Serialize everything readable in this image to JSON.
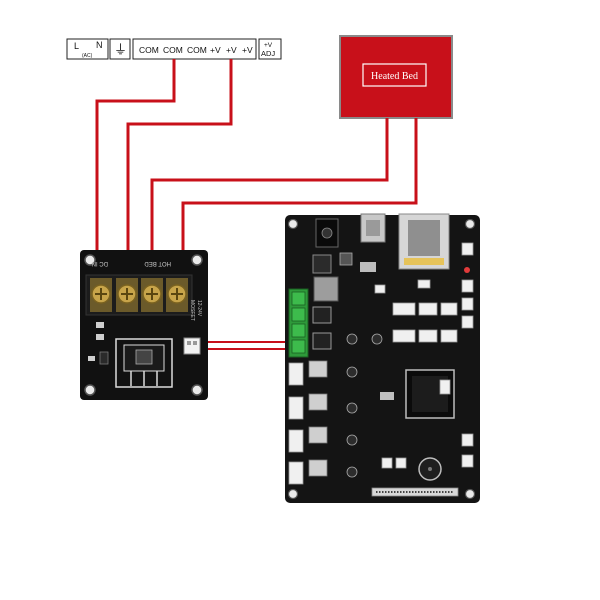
{
  "psu": {
    "terminals": [
      {
        "main": "L",
        "sub": "N",
        "tiny": "(AC)"
      },
      {
        "main": "⏚"
      },
      {
        "main": "COM"
      },
      {
        "main": "COM"
      },
      {
        "main": "COM"
      },
      {
        "main": "+V"
      },
      {
        "main": "+V"
      },
      {
        "main": "+V"
      },
      {
        "main": "ADJ",
        "sub": "+V"
      }
    ]
  },
  "heated_bed": {
    "label": "Heated Bed",
    "color": "#c8101a"
  },
  "mosfet": {
    "terminal_labels": [
      "DC IN",
      "HOT BED"
    ],
    "silk": [
      "12-24V",
      "MOSFET"
    ]
  },
  "wires": {
    "color": "#c8101a"
  },
  "controller": {
    "connector_color": "#2e9a3a",
    "board_color": "#141414"
  }
}
